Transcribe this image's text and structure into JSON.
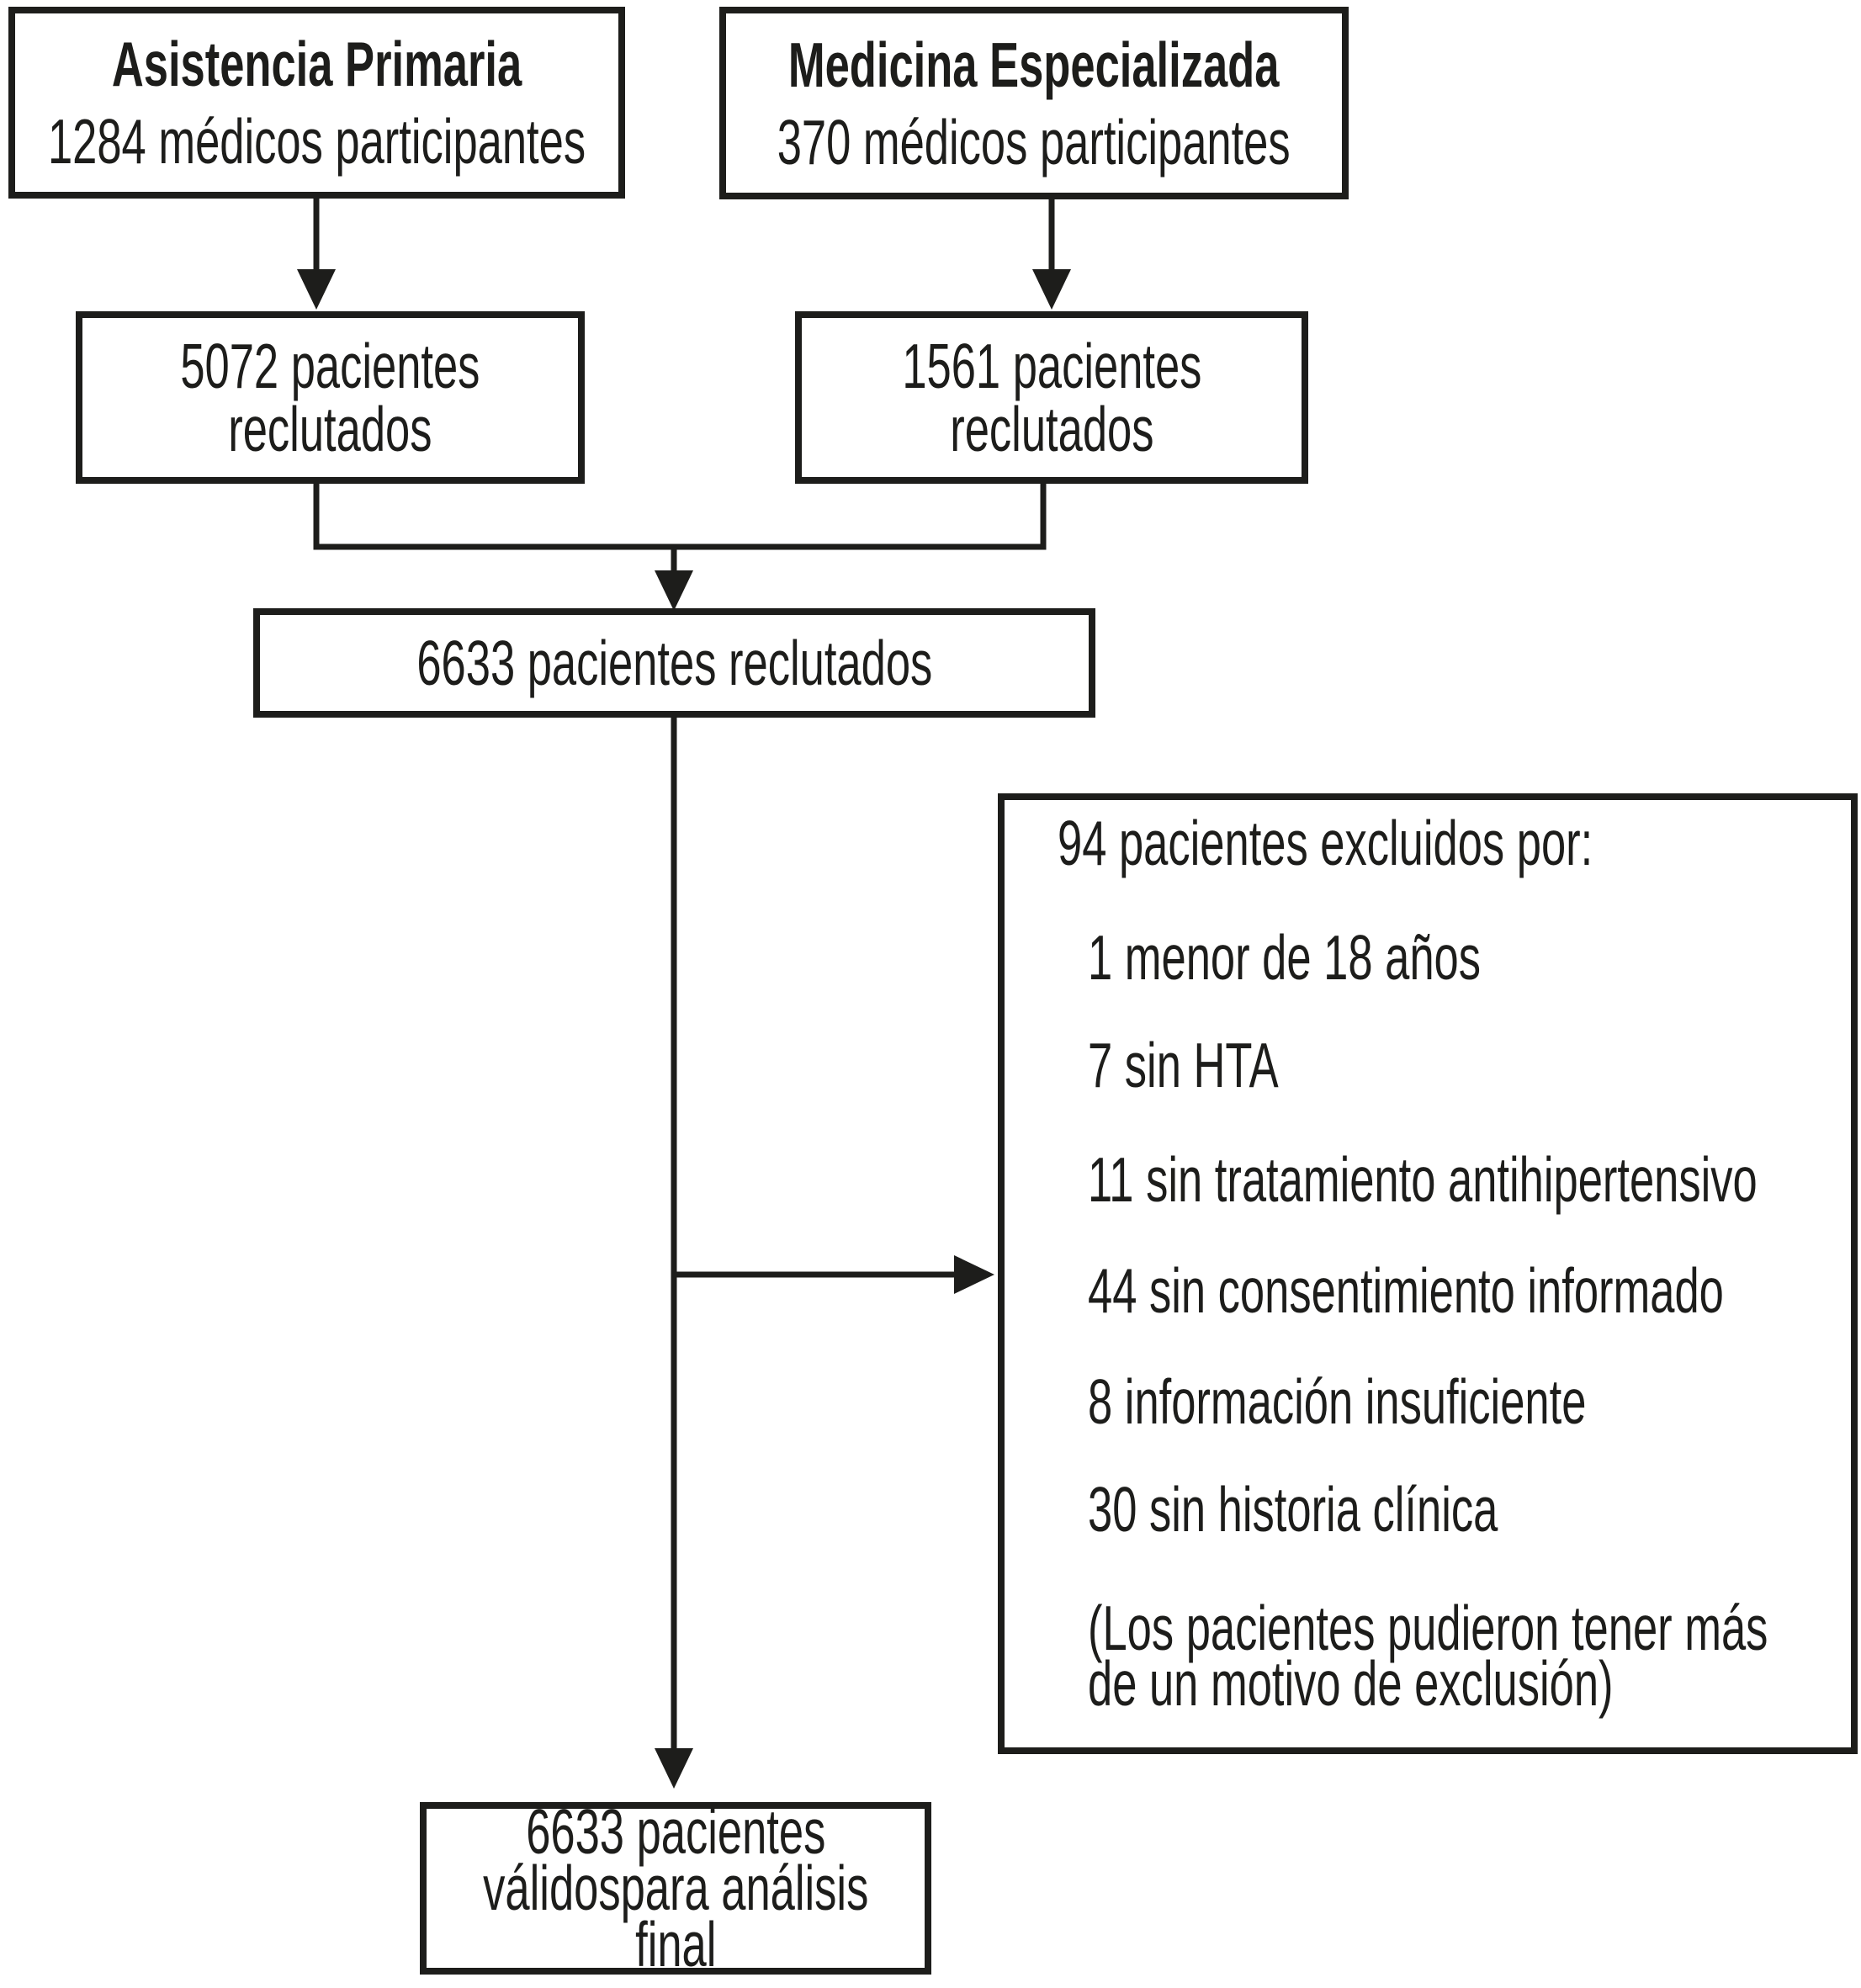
{
  "palette": {
    "ink": "#1d1d1b",
    "background": "#ffffff"
  },
  "diagram": {
    "source_primary": {
      "title": "Asistencia Primaria",
      "subtitle": "1284 médicos participantes"
    },
    "source_specialized": {
      "title": "Medicina Especializada",
      "subtitle": "370 médicos participantes"
    },
    "recruited_primary": {
      "lines": [
        "5072 pacientes",
        "reclutados"
      ]
    },
    "recruited_specialized": {
      "lines": [
        "1561 pacientes",
        "reclutados"
      ]
    },
    "recruited_total": {
      "text": "6633 pacientes reclutados"
    },
    "exclusions": {
      "header": "94 pacientes excluidos por:",
      "items": [
        "1 menor de 18 años",
        "7 sin HTA",
        "11 sin tratamiento antihipertensivo",
        "44 sin consentimiento informado",
        "8 información insuficiente",
        "30 sin historia clínica"
      ],
      "note_lines": [
        "(Los pacientes pudieron tener más",
        "de un motivo de exclusión)"
      ]
    },
    "final": {
      "lines": [
        "6633 pacientes",
        "válidospara análisis",
        "final"
      ]
    }
  }
}
